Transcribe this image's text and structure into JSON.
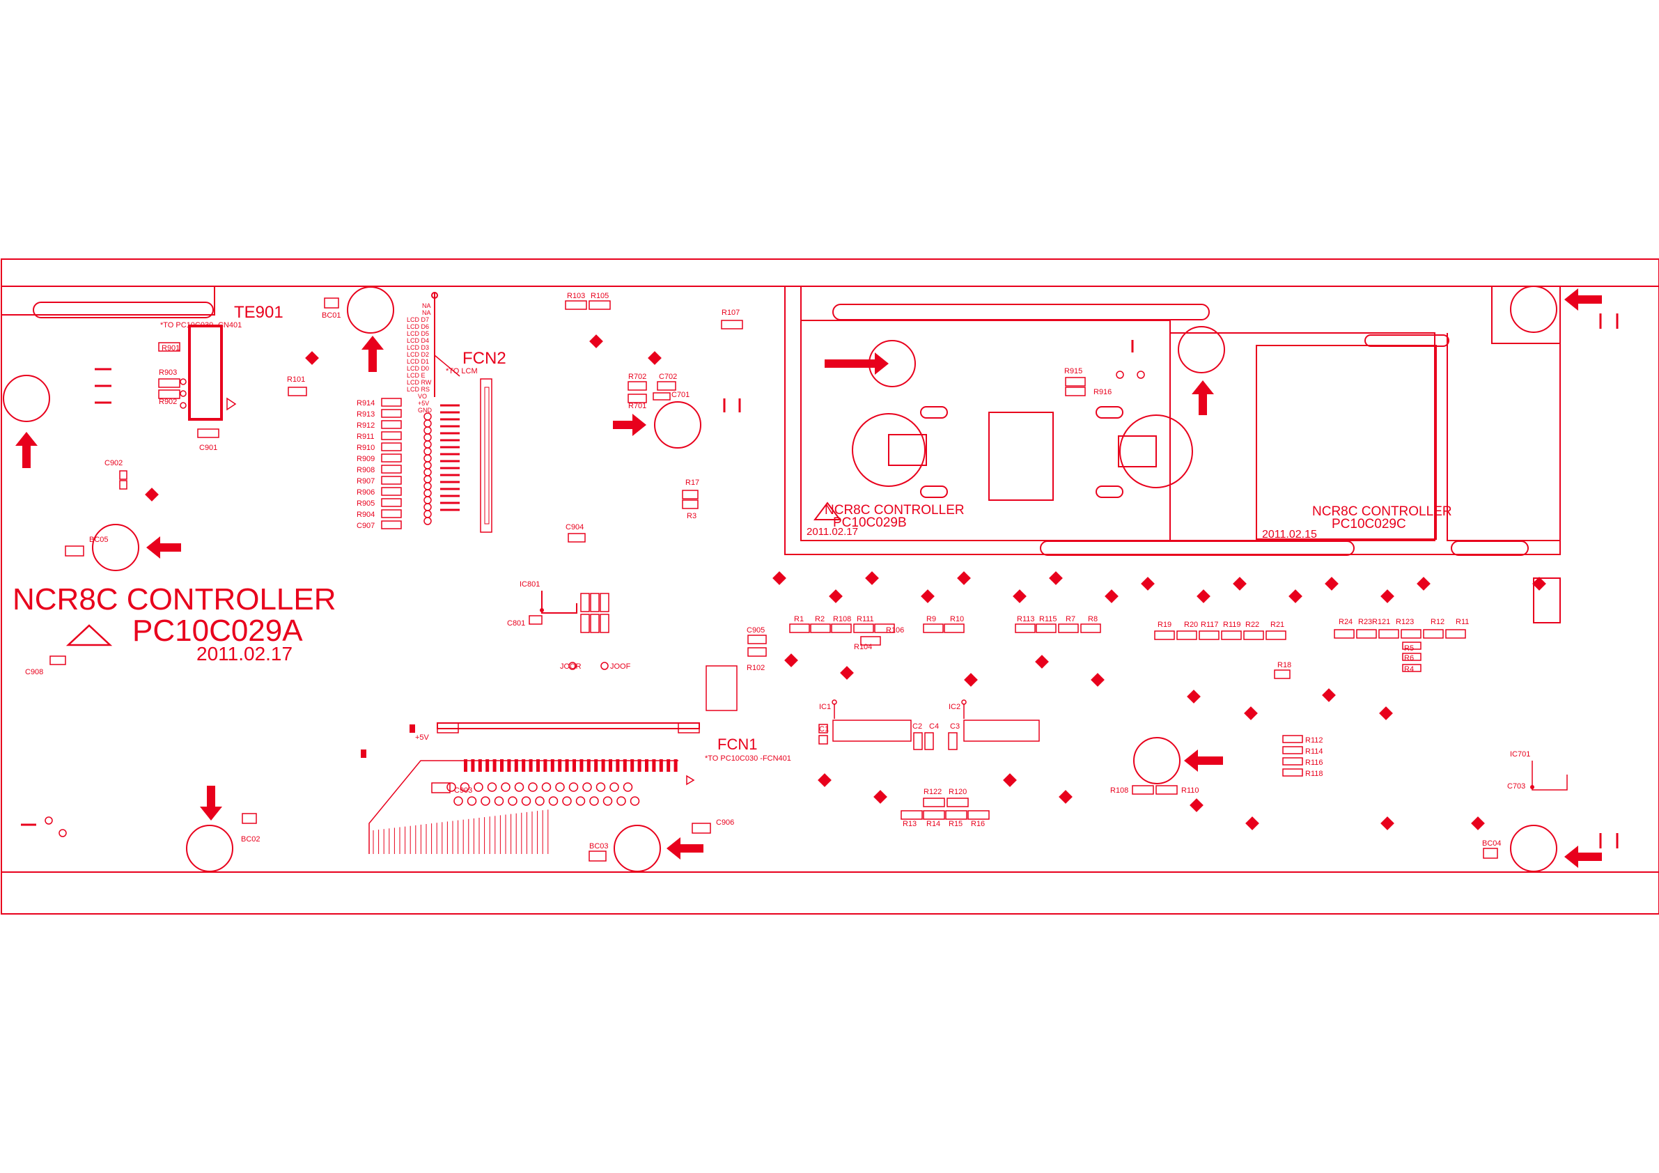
{
  "colors": {
    "ink": "#e8001c",
    "background": "#ffffff"
  },
  "board_a": {
    "title": "NCR8C CONTROLLER",
    "part": "PC10C029A",
    "date": "2011.02.17"
  },
  "board_b": {
    "title": "NCR8C CONTROLLER",
    "part": "PC10C029B",
    "date": "2011.02.17"
  },
  "board_c": {
    "title": "NCR8C CONTROLLER",
    "part": "PC10C029C",
    "date": "2011.02.15"
  },
  "connectors": {
    "te901": "TE901",
    "te901_note": "*TO PC10C030 -CN401",
    "fcn2": "FCN2",
    "fcn2_note": "*TO LCM",
    "fcn1": "FCN1",
    "fcn1_note": "*TO PC10C030 -FCN401",
    "plus5v": "+5V"
  },
  "refs": {
    "bc01": "BC01",
    "bc02": "BC02",
    "bc03": "BC03",
    "bc04": "BC04",
    "bc05": "BC05",
    "r101": "R101",
    "r102": "R102",
    "r103": "R103",
    "r105": "R105",
    "r107": "R107",
    "r108": "R108",
    "r110": "R110",
    "r104": "R104",
    "r106": "R106",
    "r901": "R901",
    "r902": "R902",
    "r903": "R903",
    "c901": "C901",
    "c902": "C902",
    "c903": "C903",
    "c904": "C904",
    "c905": "C905",
    "c906": "C906",
    "c907": "C907",
    "c908": "C908",
    "ic801": "IC801",
    "c801": "C801",
    "r915": "R915",
    "r916": "R916",
    "r701": "R701",
    "r702": "R702",
    "c701": "C701",
    "c702": "C702",
    "c703": "C703",
    "ic701": "IC701",
    "r17": "R17",
    "r3": "R3",
    "r18": "R18",
    "ic1": "IC1",
    "ic2": "IC2",
    "c1": "C1",
    "c2": "C2",
    "c3": "C3",
    "c4": "C4",
    "r12": "R12",
    "r13": "R13",
    "r14": "R14",
    "r15": "R15",
    "r16": "R16",
    "r120": "R120",
    "r122": "R122",
    "r112": "R112",
    "r114": "R114",
    "r116": "R116",
    "r118": "R118",
    "r4": "R4",
    "r5": "R5",
    "r6": "R6",
    "joof": "JOOF",
    "joor": "JOOR"
  },
  "resistor_column": [
    "R914",
    "R913",
    "R912",
    "R911",
    "R910",
    "R909",
    "R908",
    "R907",
    "R906",
    "R905",
    "R904",
    "C907"
  ],
  "fcn2_pins": [
    "NA",
    "NA",
    "LCD D7",
    "LCD D6",
    "LCD D5",
    "LCD D4",
    "LCD D3",
    "LCD D2",
    "LCD D1",
    "LCD D0",
    "LCD E",
    "LCD RW",
    "LCD RS",
    "VO",
    "+5V",
    "GND"
  ],
  "row_top_left": [
    "R1",
    "R2",
    "R108",
    "R111",
    "R9",
    "R10",
    "R113",
    "R115",
    "R7",
    "R8"
  ],
  "row_top_right": [
    "R19",
    "R20",
    "R117",
    "R119",
    "R22",
    "R21",
    "R24",
    "R23",
    "R121",
    "R123",
    "R12",
    "R11"
  ],
  "row_bottom": [
    "R13",
    "R14",
    "R15",
    "R16"
  ]
}
